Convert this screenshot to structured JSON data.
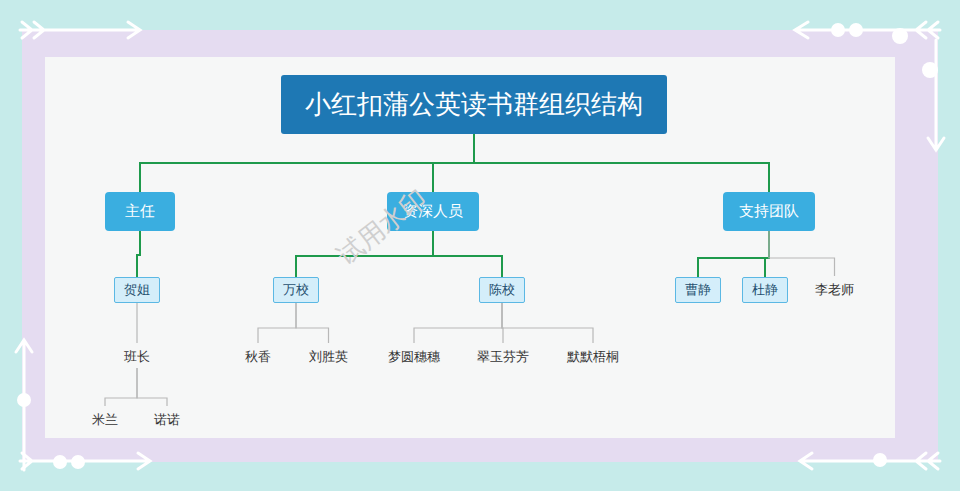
{
  "diagram": {
    "nodes": [
      {
        "text": [
          "小红扣蒲公英读书群组织结构"
        ]
      },
      {
        "text": [
          "主任"
        ]
      },
      {
        "text": [
          "资深人员"
        ]
      },
      {
        "text": [
          "支持团队"
        ]
      },
      {
        "text": [
          "贺姐"
        ]
      },
      {
        "text": [
          "万校"
        ]
      },
      {
        "text": [
          "陈校"
        ]
      },
      {
        "text": [
          "曹静"
        ]
      },
      {
        "text": [
          "杜静"
        ]
      },
      {
        "text": [
          "李老师"
        ]
      },
      {
        "text": [
          "班长"
        ]
      },
      {
        "text": [
          "秋香"
        ]
      },
      {
        "text": [
          "刘胜英"
        ]
      },
      {
        "text": [
          "梦圆穗穗"
        ]
      },
      {
        "text": [
          "翠玉芬芳"
        ]
      },
      {
        "text": [
          "默默梧桐"
        ]
      },
      {
        "text": [
          "米兰"
        ]
      },
      {
        "text": [
          "诺诺"
        ]
      }
    ],
    "edges": [
      {
        "from": 0,
        "to": 1,
        "arrow": "none"
      },
      {
        "from": 0,
        "to": 2,
        "arrow": "none"
      },
      {
        "from": 0,
        "to": 3,
        "arrow": "none"
      },
      {
        "from": 1,
        "to": 4,
        "arrow": "none"
      },
      {
        "from": 2,
        "to": 5,
        "arrow": "none"
      },
      {
        "from": 2,
        "to": 6,
        "arrow": "none"
      },
      {
        "from": 3,
        "to": 7,
        "arrow": "none"
      },
      {
        "from": 3,
        "to": 8,
        "arrow": "none"
      },
      {
        "from": 3,
        "to": 9,
        "arrow": "none"
      },
      {
        "from": 4,
        "to": 10,
        "arrow": "none"
      },
      {
        "from": 5,
        "to": 11,
        "arrow": "none"
      },
      {
        "from": 5,
        "to": 12,
        "arrow": "none"
      },
      {
        "from": 6,
        "to": 13,
        "arrow": "none"
      },
      {
        "from": 6,
        "to": 14,
        "arrow": "none"
      },
      {
        "from": 6,
        "to": 15,
        "arrow": "none"
      },
      {
        "from": 10,
        "to": 16,
        "arrow": "none"
      },
      {
        "from": 10,
        "to": 17,
        "arrow": "none"
      }
    ],
    "labels": [
      "试用水印"
    ]
  }
}
